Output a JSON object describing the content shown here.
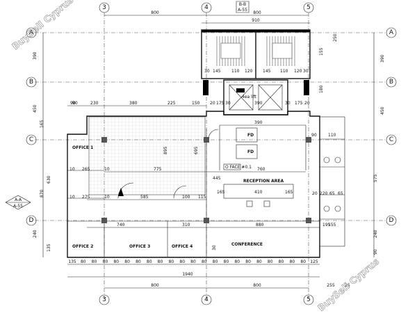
{
  "watermark": {
    "text": "BuySell Cyprus"
  },
  "grid": {
    "columns": [
      "3",
      "4",
      "5"
    ],
    "rows": [
      "A",
      "B",
      "C",
      "D"
    ]
  },
  "section_marks": {
    "top_letter": "B-B",
    "top_sheet": "A-55",
    "left_letter": "A-A",
    "left_sheet": "A-55"
  },
  "rooms": {
    "office1": "OFFICE 1",
    "office2": "OFFICE 2",
    "office3": "OFFICE 3",
    "office4": "OFFICE 4",
    "conference": "CONFERENCE",
    "reception": "RECEPTION AREA",
    "lift": "4ea lift",
    "fd1": "FD",
    "fd2": "FD",
    "notice": "O FACE #0.1"
  },
  "dims": {
    "top": [
      "800",
      "800",
      "910"
    ],
    "top_stair": [
      "145",
      "110",
      "120",
      "145",
      "110",
      "120",
      "30",
      "30"
    ],
    "lift_row": [
      "20",
      "175",
      "30",
      "390",
      "30",
      "175",
      "20"
    ],
    "row2": [
      "90",
      "230",
      "380",
      "225",
      "150",
      "390",
      "90",
      "110"
    ],
    "mid": [
      "775",
      "760",
      "445",
      "585",
      "410",
      "165",
      "165"
    ],
    "mid2": [
      "265",
      "275",
      "100",
      "115",
      "10",
      "10",
      "10",
      "10"
    ],
    "low": [
      "740",
      "310",
      "880",
      "195"
    ],
    "bottom_run": [
      "135",
      "80",
      "80",
      "80",
      "80",
      "80",
      "80",
      "80",
      "80",
      "80",
      "80",
      "80",
      "80",
      "80",
      "80",
      "80",
      "80",
      "80",
      "80",
      "80",
      "80",
      "80",
      "125"
    ],
    "bottom_total": [
      "1940",
      "800",
      "800",
      "255",
      "25"
    ],
    "left": [
      "390",
      "450",
      "165",
      "630",
      "870",
      "240",
      "135"
    ],
    "right": [
      "390",
      "450",
      "575",
      "240",
      "90",
      "155",
      "180",
      "250"
    ],
    "small": [
      "90",
      "65",
      "65",
      "220",
      "20",
      "155",
      "895",
      "695",
      "30"
    ]
  }
}
